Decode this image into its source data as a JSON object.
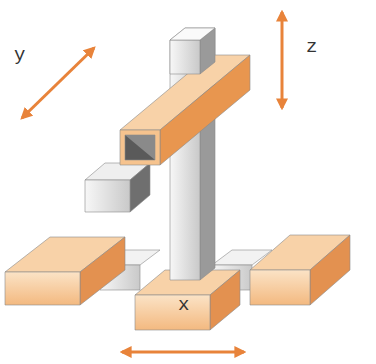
{
  "diagram": {
    "labels": [
      "y",
      "z",
      "x"
    ]
  }
}
